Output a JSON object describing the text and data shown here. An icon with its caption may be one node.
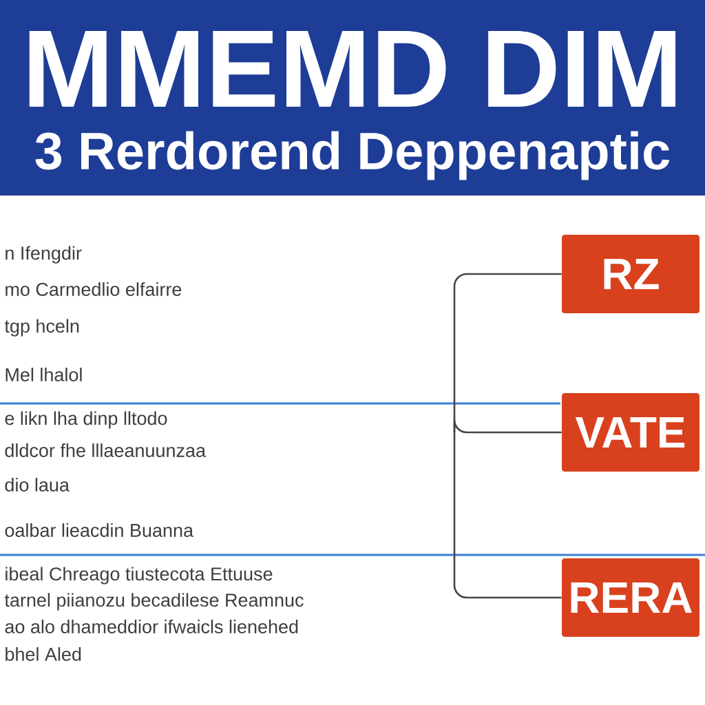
{
  "diagram": {
    "title": "MMEMD DIM",
    "nodes": [
      {
        "text": [
          "RZ"
        ]
      },
      {
        "text": [
          "VATE"
        ]
      },
      {
        "text": [
          "RERA"
        ]
      }
    ],
    "edges": [
      {
        "from": null,
        "to": 0,
        "arrow": "none"
      },
      {
        "from": null,
        "to": 1,
        "arrow": "none"
      },
      {
        "from": null,
        "to": 2,
        "arrow": "none"
      }
    ],
    "labels": [
      "3 Rerdorend Deppenaptic",
      "n Ifengdir",
      "mo Carmedlio elfairre",
      "tgp hceln",
      "Mel lhalol",
      "e likn lha dinp lltodo",
      "dldcor fhe lllaeanuunzaa",
      "dio laua",
      "oalbar lieacdin Buanna",
      "ibeal Chreago tiustecota Ettuuse",
      "tarnel piianozu becadilese Reamnuc",
      "ao alo dhameddior ifwaicls lienehed",
      "bhel Aled"
    ]
  }
}
